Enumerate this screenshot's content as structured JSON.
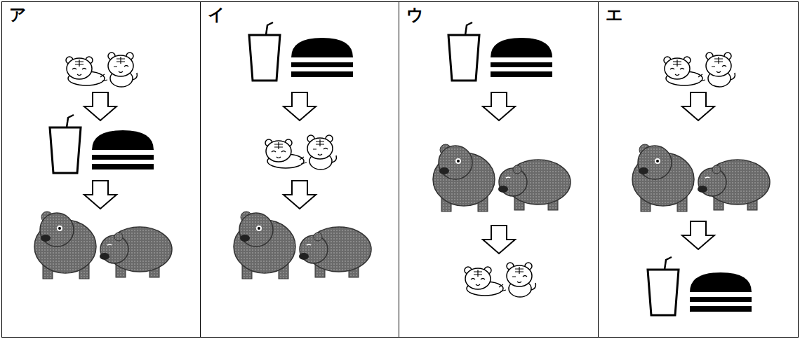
{
  "diagram": {
    "nodes": [
      {
        "text": [
          "ア"
        ]
      },
      {
        "text": [
          "イ"
        ]
      },
      {
        "text": [
          "ウ"
        ]
      },
      {
        "text": [
          "エ"
        ]
      }
    ]
  }
}
